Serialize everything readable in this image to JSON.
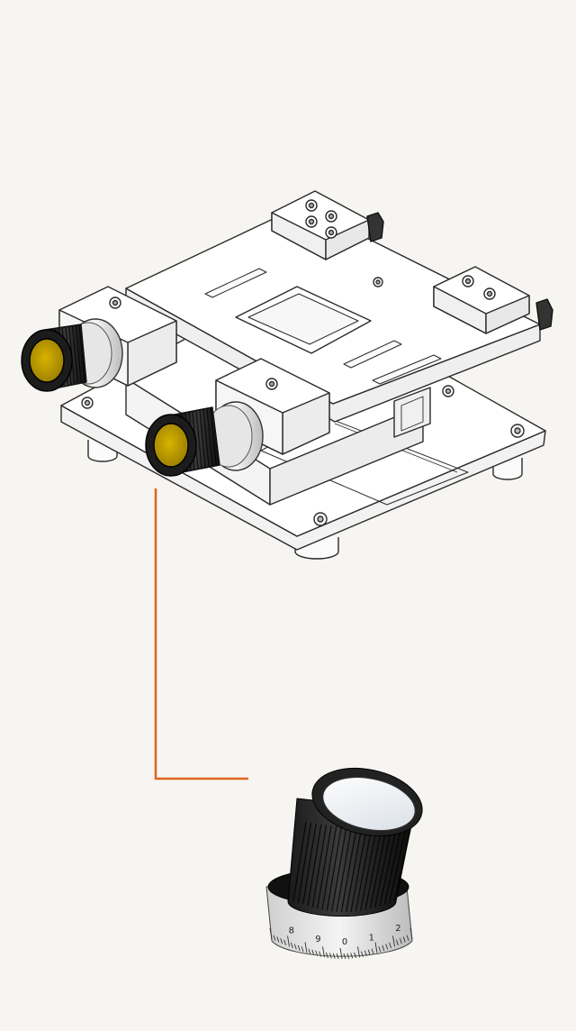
{
  "diagram": {
    "callout_color": "#e0661c",
    "line_color": "#2a2a2a",
    "knob_cap_color": "#c9a400",
    "knob_body_color": "#222222"
  },
  "dial": {
    "scale_labels": [
      "8",
      "9",
      "0",
      "1",
      "2"
    ]
  }
}
